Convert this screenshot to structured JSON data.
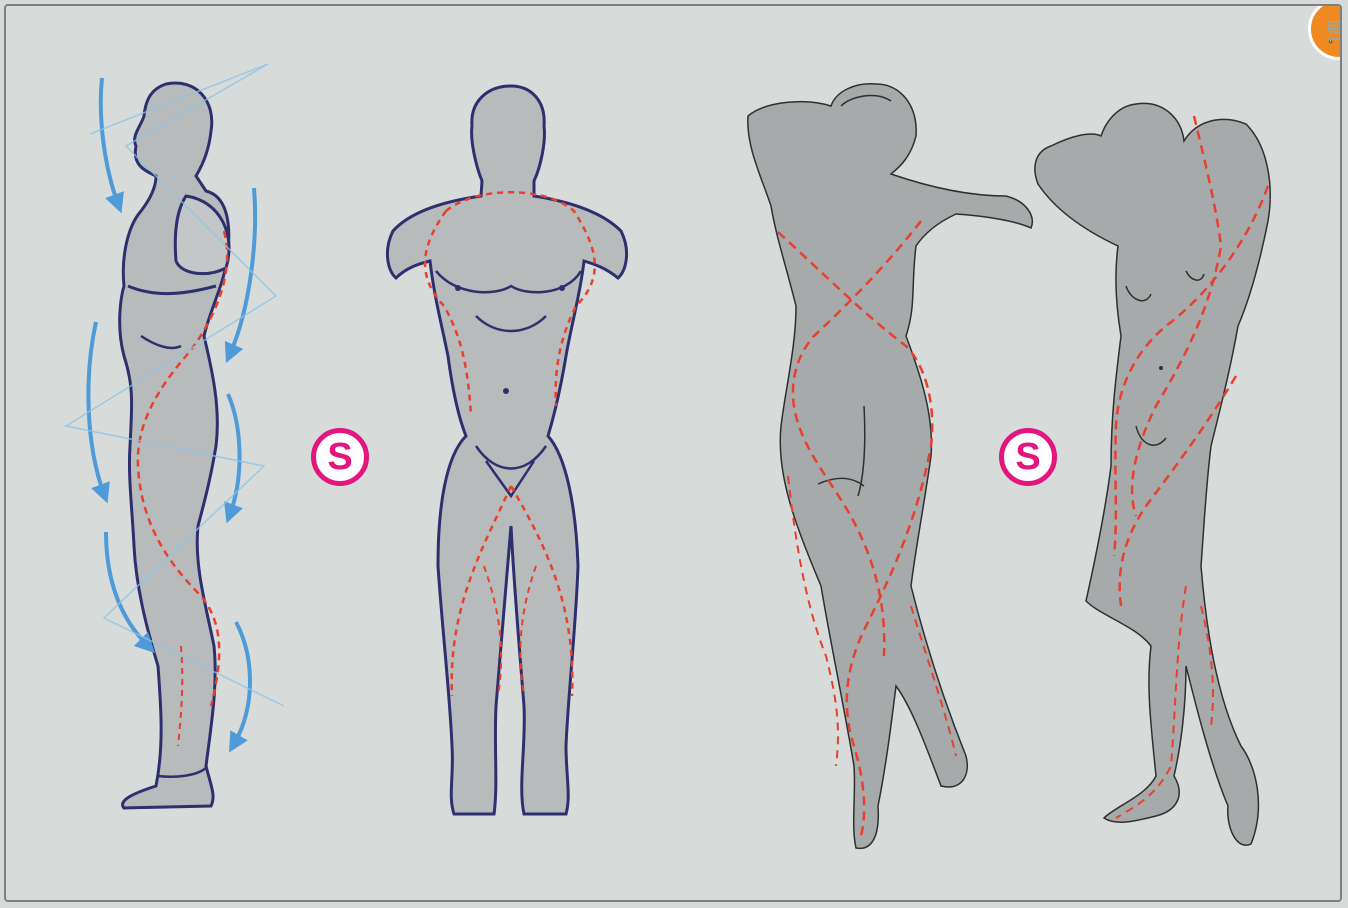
{
  "badges": {
    "left_symbol": "S",
    "right_symbol": "S",
    "color": "#e3157f"
  },
  "corner_icon": {
    "icon": "cart-icon",
    "color": "#ef8a22"
  },
  "figures": [
    {
      "name": "male-side-view-figure",
      "style": "outline with blue flow arrows and red dashed S-curve"
    },
    {
      "name": "male-front-view-figure",
      "style": "outline with red dashed curves"
    },
    {
      "name": "female-back-view-figure",
      "style": "shaded with red dashed spiral lines"
    },
    {
      "name": "female-front-view-figure",
      "style": "shaded with red dashed spiral lines"
    }
  ],
  "colors": {
    "background": "#d7dcda",
    "body_fill": "#b9bcbc",
    "outline": "#2e2f6e",
    "dash": "#e8402f",
    "arrow": "#4f9ad8"
  }
}
